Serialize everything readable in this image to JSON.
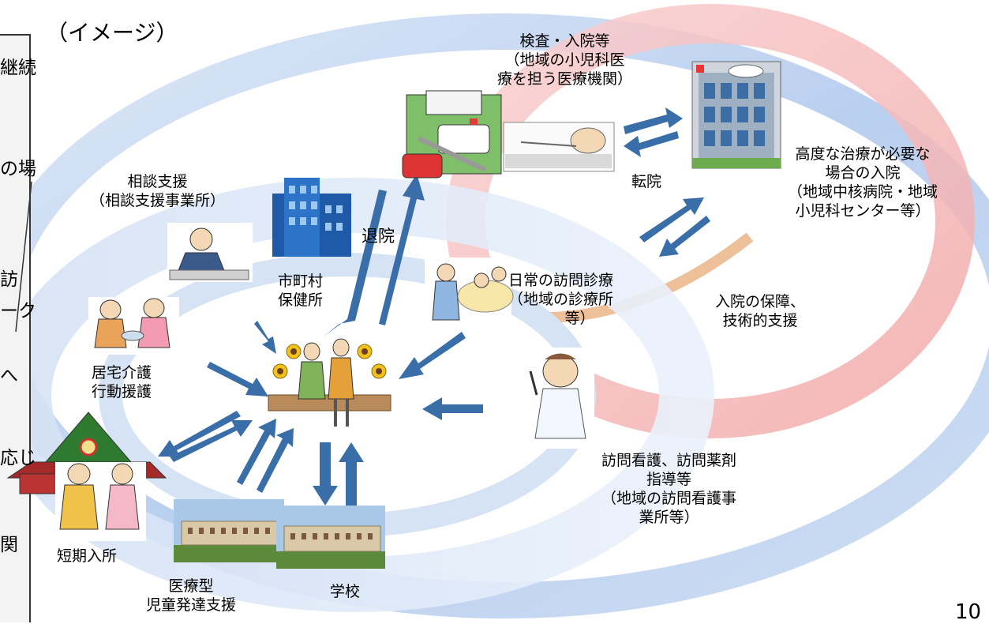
{
  "title": "（イメージ）",
  "page_number": "10",
  "left_panel_fragments": [
    "継続",
    "の場",
    "訪",
    "ーク",
    "へ",
    "応じ",
    "関"
  ],
  "labels": {
    "exam_hospital": [
      "検査・入院等",
      "（地域の小児科医",
      "療を担う医療機関）"
    ],
    "advanced_hospital": [
      "高度な治療が必要な",
      "場合の入院",
      "（地域中核病院・地域",
      "小児科センター等）"
    ],
    "transfer": "転院",
    "consultation": [
      "相談支援",
      "（相談支援事業所）"
    ],
    "discharge": "退院",
    "municipality": [
      "市町村",
      "保健所"
    ],
    "daily_visit": [
      "日常の訪問診療",
      "（地域の診療所",
      "等）"
    ],
    "guarantee": [
      "入院の保障、",
      "技術的支援"
    ],
    "home_care": [
      "居宅介護",
      "行動援護"
    ],
    "nursing": [
      "訪問看護、訪問薬剤",
      "指導等",
      "（地域の訪問看護事",
      "業所等）"
    ],
    "short_stay": "短期入所",
    "medical_dev": [
      "医療型",
      "児童発達支援"
    ],
    "school": "学校"
  },
  "icons": [
    "ambulance-town-icon",
    "hospital-bed-patient-icon",
    "hospital-building-icon",
    "office-building-icon",
    "phone-consultant-icon",
    "doctor-visit-icon",
    "nurse-icon",
    "family-sunflowers-icon",
    "caregivers-icon",
    "short-stay-house-icon",
    "facility-building-icon",
    "school-building-icon"
  ],
  "colors": {
    "blue_ring": "#a9c4ea",
    "pink_ring": "#f4b6b6",
    "arrow": "#3a6ea8"
  }
}
